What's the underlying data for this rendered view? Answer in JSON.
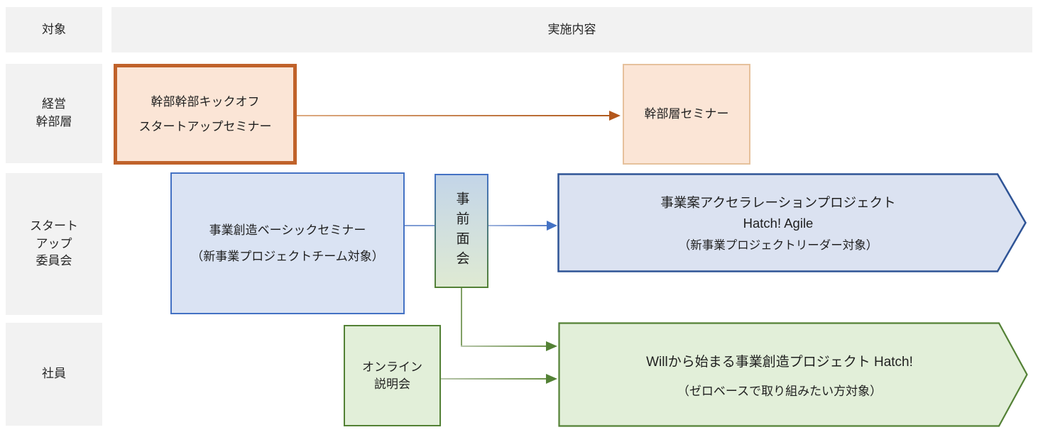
{
  "header": {
    "target_label": "対象",
    "content_label": "実施内容"
  },
  "sidebar": {
    "rows": [
      {
        "label": "経営\n幹部層"
      },
      {
        "label": "スタート\nアップ\n委員会"
      },
      {
        "label": "社員"
      }
    ]
  },
  "boxes": {
    "kickoff": {
      "line1": "幹部幹部キックオフ",
      "line2": "スタートアップセミナー"
    },
    "exec_seminar": {
      "label": "幹部層セミナー"
    },
    "basic_seminar": {
      "line1": "事業創造ベーシックセミナー",
      "line2": "（新事業プロジェクトチーム対象）"
    },
    "pre_meeting": {
      "label": "事前面会"
    },
    "accel_project": {
      "line1": "事業案アクセラレーションプロジェクト",
      "line2": "Hatch! Agile",
      "line3": "（新事業プロジェクトリーダー対象）"
    },
    "online_briefing": {
      "label": "オンライン\n説明会"
    },
    "will_project": {
      "line1": "Willから始まる事業創造プロジェクト Hatch!",
      "line2": "（ゼロベースで取り組みたい方対象）"
    }
  },
  "colors": {
    "row_label_bg": "#f2f2f2",
    "orange_border_strong": "#c0622a",
    "orange_border_light": "#e6c19c",
    "orange_fill": "#fbe5d6",
    "orange_arrow": "#b3571c",
    "blue_border_strong": "#2f5496",
    "blue_border": "#4472c4",
    "blue_fill": "#dae3f3",
    "blue_chevron_fill": "#dbe2f1",
    "green_border": "#538135",
    "green_fill": "#e2efd9",
    "text": "#1f1f1f"
  }
}
